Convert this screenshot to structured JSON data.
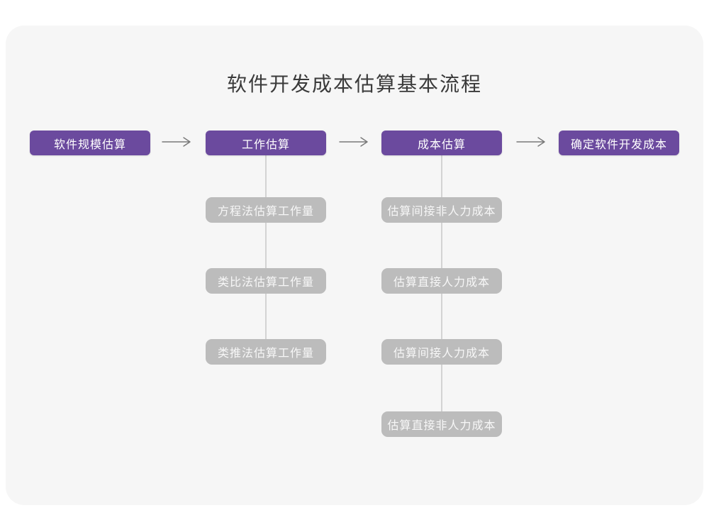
{
  "title": "软件开发成本估算基本流程",
  "colors": {
    "page_bg": "#ffffff",
    "panel_bg": "#f6f6f6",
    "stage_bg": "#6b4a9e",
    "stage_text": "#ffffff",
    "sub_bg": "#bcbcbc",
    "sub_text": "#f7f7f7",
    "arrow": "#787878",
    "connector": "#d3d3d3",
    "title_text": "#3a3a3a"
  },
  "flow": {
    "stages": [
      {
        "label": "软件规模估算",
        "children": []
      },
      {
        "label": "工作估算",
        "children": [
          "方程法估算工作量",
          "类比法估算工作量",
          "类推法估算工作量"
        ]
      },
      {
        "label": "成本估算",
        "children": [
          "估算间接非人力成本",
          "估算直接人力成本",
          "估算间接人力成本",
          "估算直接非人力成本"
        ]
      },
      {
        "label": "确定软件开发成本",
        "children": []
      }
    ]
  }
}
